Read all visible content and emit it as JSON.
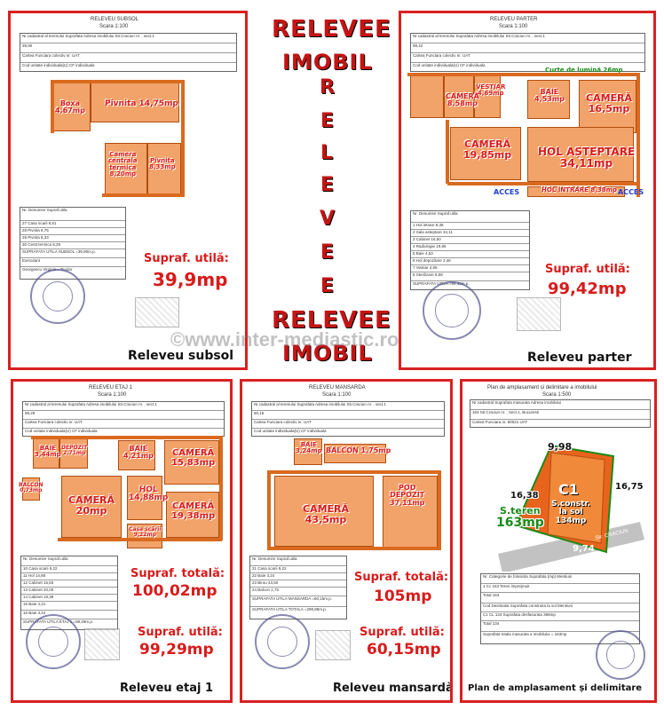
{
  "center": {
    "title_top_1": "RELEVEE",
    "title_top_2": "IMOBIL",
    "vertical_letters": [
      "R",
      "E",
      "L",
      "E",
      "V",
      "E",
      "E"
    ],
    "title_bottom_1": "RELEVEE",
    "title_bottom_2": "IMOBIL",
    "watermark": "©www.inter-mediastic.ro"
  },
  "subsol": {
    "sheet_title": "RELEVEU  SUBSOL",
    "sheet_scale": "Scara 1:100",
    "header_rows": [
      "Nr.cadastral al terenului   Suprafata   Adresa imobilului Str.Craciun nr. , sect.1",
      "39,90",
      "Cartea Funciara colectiv nr.   UAT",
      "Cod unitate individuala(U)   CF individuala"
    ],
    "rooms": [
      {
        "name": "Boxa\n4,67mp"
      },
      {
        "name": "Pivnita 14,75mp"
      },
      {
        "name": "Camera\ncentrala\ntermica\n8,20mp"
      },
      {
        "name": "Pivnita\n8,33mp"
      }
    ],
    "table_rows": [
      "Nr.  Denumire   Supraf.utila",
      "27  Casa scarii  8,61",
      "28  Pivnita  8,75",
      "29  Pivnita  8,33",
      "30  Centr.termica  8,29",
      "SUPRAFATA UTILA SUBSOL =39,90m.p.",
      "Executant",
      "Georgescu Virginia—Teodor"
    ],
    "area_label": "Supraf. utilă:",
    "area_value": "39,9mp",
    "caption": "Releveu subsol"
  },
  "parter": {
    "sheet_title": "RELEVEU  PARTER",
    "sheet_scale": "Scara 1:100",
    "header_rows": [
      "Nr.cadastral al terenului   Suprafata   Adresa imobilului Str.Craciun nr. , sect.1",
      "99,42",
      "Cartea Funciara colectiv nr.   UAT",
      "Cod unitate individuala(U)   CF individuala"
    ],
    "green_label": "Curte de lumină 26mp",
    "rooms": [
      {
        "name": "CAMERĂ\n8,58mp"
      },
      {
        "name": "VESTIAR\n4,69mp"
      },
      {
        "name": "BAIE\n4,53mp"
      },
      {
        "name": "CAMERĂ\n16,5mp"
      },
      {
        "name": "CAMERĂ\n19,85mp"
      },
      {
        "name": "HOL AȘTEPTARE\n34,11mp"
      },
      {
        "name": "HOL INTRARE 8,38mp"
      }
    ],
    "access_left": "ACCES",
    "access_right": "ACCES",
    "table_rows": [
      "Nr.  Denumire   Supraf.utila",
      "1  Hol intrare  8,38",
      "2  Sala asteptare  34,11",
      "3  Cabinet  16,50",
      "4  Radiologie  19,85",
      "5  Baie  4,53",
      "6  Hol depozitare  2,46",
      "7  Vestiar  4,69",
      "8  Sterilizare  8,58",
      "SUPRAFATA UTILA =99,42m.p."
    ],
    "area_label": "Supraf. utilă:",
    "area_value": "99,42mp",
    "caption": "Releveu parter"
  },
  "etaj": {
    "sheet_title": "RELEVEU  ETAJ 1",
    "sheet_scale": "Scara 1:100",
    "header_rows": [
      "Nr.cadastral al terenului   Suprafata   Adresa imobilului Str.Craciun nr. , sect.1",
      "99,29",
      "Cartea Funciara colectiv nr.   UAT",
      "Cod unitate individuala(U)   CF individuala"
    ],
    "rooms": [
      {
        "name": "BAIE\n3,44mp"
      },
      {
        "name": "DEPOZIT\n2,71mp"
      },
      {
        "name": "BAIE\n4,21mp"
      },
      {
        "name": "CAMERĂ\n15,83mp"
      },
      {
        "name": "BALCON\n0,73mp"
      },
      {
        "name": "CAMERĂ\n20mp"
      },
      {
        "name": "HOL\n14,88mp"
      },
      {
        "name": "CAMERĂ\n19,38mp"
      },
      {
        "name": "Casa scării\n9,22mp"
      }
    ],
    "table_rows": [
      "Nr.  Denumire   Supraf.utila",
      "10  Casa scarii  9,22",
      "11  Hol  14,88",
      "12  Cabinet  15,83",
      "13  Cabinet  20,00",
      "14  Cabinet  19,38",
      "15  Baie  4,21",
      "16  Baie  3,44",
      "SUPRAFATA UTILA ETAJ 1 =99,29m.p."
    ],
    "area_total_label": "Supraf. totală:",
    "area_total_value": "100,02mp",
    "area_util_label": "Supraf. utilă:",
    "area_util_value": "99,29mp",
    "caption": "Releveu etaj 1"
  },
  "mansarda": {
    "sheet_title": "RELEVEU  MANSARDA",
    "sheet_scale": "Scara 1:100",
    "header_rows": [
      "Nr.cadastral al terenului   Suprafata   Adresa imobilului Str.Craciun nr. , sect.1",
      "60,15",
      "Cartea Funciara colectiv nr.   UAT",
      "Cod unitate individuala(U)   CF individuala"
    ],
    "rooms": [
      {
        "name": "BAIE\n3,24mp"
      },
      {
        "name": "BALCON 1,75mp"
      },
      {
        "name": "POD\nDEPOZIT\n37,11mp"
      },
      {
        "name": "CAMERĂ\n43,5mp"
      }
    ],
    "table_rows": [
      "Nr.  Denumire   Supraf.utila",
      "21  Casa scarii  9,22",
      "22  Baie  3,24",
      "23  Birou  43,50",
      "24  Balcon  1,75",
      "SUPRAFATA UTILA MANSARDA =60,15m.p.",
      "SUPRAFATA UTILA TOTALA =298,86m.p."
    ],
    "area_total_label": "Supraf. totală:",
    "area_total_value": "105mp",
    "area_util_label": "Supraf. utilă:",
    "area_util_value": "60,15mp",
    "caption": "Releveu mansardă"
  },
  "amplasament": {
    "sheet_title": "Plan de amplasament și delimitare a imobilului",
    "sheet_scale": "Scara 1:500",
    "header_rows": [
      "Nr.cadastral   Suprafata masurata   Adresa imobilului",
      "163   Str.Craciun nr. , Sect.1, Bucuresti",
      "Cartea Funciara nr.   60021   UAT"
    ],
    "dim_top": "9,98",
    "dim_left": "16,38",
    "dim_right": "16,75",
    "dim_bottom": "9,74",
    "lot_code": "C1",
    "lot_sub": "S.constr.\nla sol\n134mp",
    "teren_label": "S.teren",
    "teren_value": "163mp",
    "street": "Str. CRACIUN",
    "table_rows": [
      "Nr.  Categorie de folosinta  Suprafata (mp)  Mentiuni",
      "1  Cc  163  Teren imprejmuit",
      "Total  163",
      "Cod  Destinatia  Suprafata construita la sol  Mentiuni",
      "C1  CL  134  Suprafata desfasurata 398mp",
      "Total  134",
      "Suprafata totala masurata a imobilului = 163mp"
    ],
    "caption": "Plan de amplasament și delimitare"
  }
}
